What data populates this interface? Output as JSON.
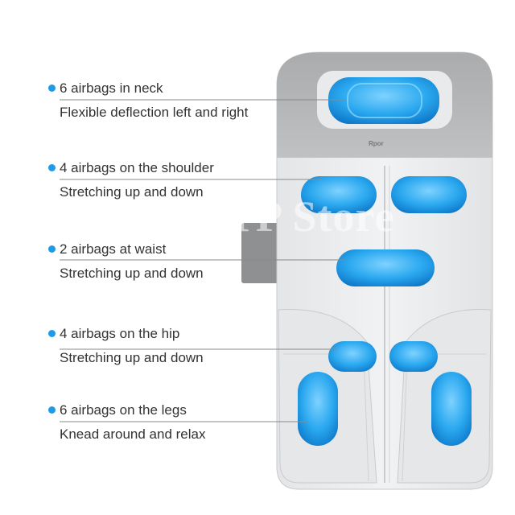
{
  "accent_color": "#1f9ae8",
  "airbag_color": "#27a6ee",
  "features": [
    {
      "title": "6 airbags in neck",
      "desc": "Flexible deflection left and right"
    },
    {
      "title": "4 airbags on the shoulder",
      "desc": "Stretching up and down"
    },
    {
      "title": "2 airbags at waist",
      "desc": "Stretching up and down"
    },
    {
      "title": "4 airbags on the hip",
      "desc": "Stretching up and down"
    },
    {
      "title": "6 airbags on the legs",
      "desc": "Knead around and relax"
    }
  ],
  "brand_text": "Rpor",
  "watermark": "GTP Store"
}
